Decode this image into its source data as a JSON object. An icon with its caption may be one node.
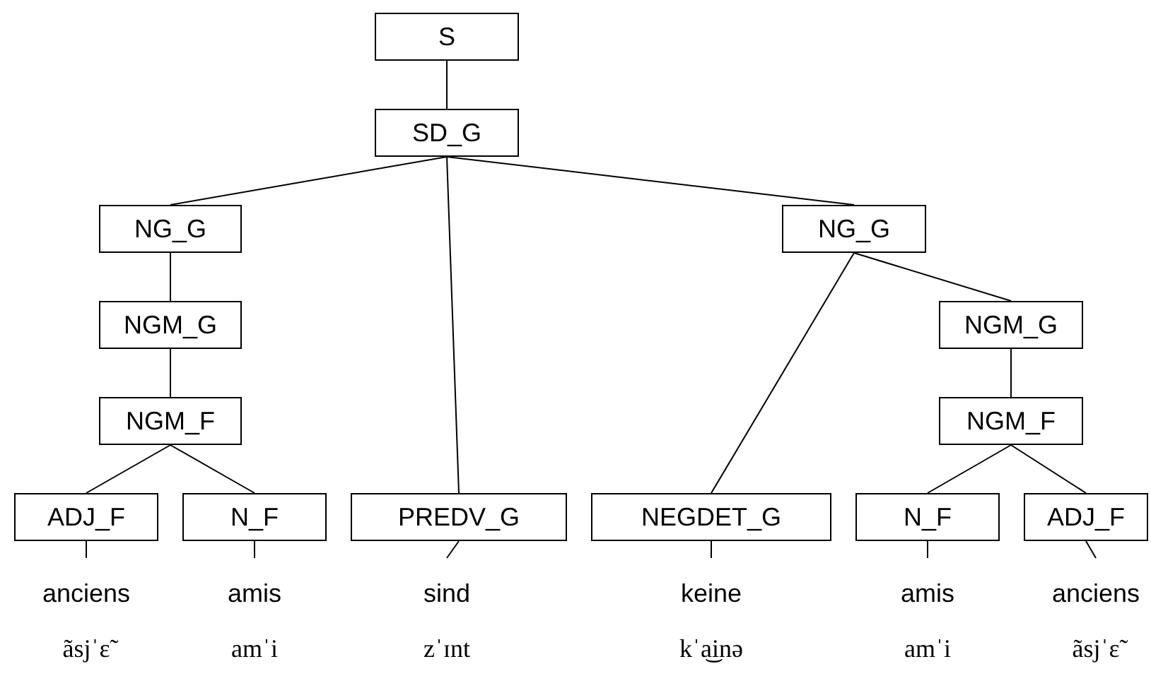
{
  "diagram": {
    "nodes": [
      {
        "text": [
          "S"
        ]
      },
      {
        "text": [
          "SD_G"
        ]
      },
      {
        "text": [
          "NG_G"
        ]
      },
      {
        "text": [
          "NG_G"
        ]
      },
      {
        "text": [
          "NGM_G"
        ]
      },
      {
        "text": [
          "NGM_G"
        ]
      },
      {
        "text": [
          "NGM_F"
        ]
      },
      {
        "text": [
          "NGM_F"
        ]
      },
      {
        "text": [
          "ADJ_F"
        ]
      },
      {
        "text": [
          "N_F"
        ]
      },
      {
        "text": [
          "PREDV_G"
        ]
      },
      {
        "text": [
          "NEGDET_G"
        ]
      },
      {
        "text": [
          "N_F"
        ]
      },
      {
        "text": [
          "ADJ_F"
        ]
      },
      {
        "text": [
          "anciens"
        ]
      },
      {
        "text": [
          "amis"
        ]
      },
      {
        "text": [
          "sind"
        ]
      },
      {
        "text": [
          "keine"
        ]
      },
      {
        "text": [
          "amis"
        ]
      },
      {
        "text": [
          "anciens"
        ]
      }
    ],
    "edges": [
      {
        "from": 0,
        "to": 1,
        "arrow": "none"
      },
      {
        "from": 1,
        "to": 2,
        "arrow": "none"
      },
      {
        "from": 1,
        "to": 10,
        "arrow": "none"
      },
      {
        "from": 1,
        "to": 3,
        "arrow": "none"
      },
      {
        "from": 2,
        "to": 4,
        "arrow": "none"
      },
      {
        "from": 4,
        "to": 6,
        "arrow": "none"
      },
      {
        "from": 6,
        "to": 8,
        "arrow": "none"
      },
      {
        "from": 6,
        "to": 9,
        "arrow": "none"
      },
      {
        "from": 3,
        "to": 11,
        "arrow": "none"
      },
      {
        "from": 3,
        "to": 5,
        "arrow": "none"
      },
      {
        "from": 5,
        "to": 7,
        "arrow": "none"
      },
      {
        "from": 7,
        "to": 12,
        "arrow": "none"
      },
      {
        "from": 7,
        "to": 13,
        "arrow": "none"
      },
      {
        "from": 8,
        "to": 14,
        "arrow": "none"
      },
      {
        "from": 9,
        "to": 15,
        "arrow": "none"
      },
      {
        "from": 10,
        "to": 16,
        "arrow": "none"
      },
      {
        "from": 11,
        "to": 17,
        "arrow": "none"
      },
      {
        "from": 12,
        "to": 18,
        "arrow": "none"
      },
      {
        "from": 13,
        "to": 19,
        "arrow": "none"
      }
    ],
    "labels": [
      "ãsjˈɛ̃",
      "amˈi",
      "zˈɪnt",
      "kˈa͜inə",
      "amˈi",
      "ãsjˈɛ̃"
    ]
  }
}
